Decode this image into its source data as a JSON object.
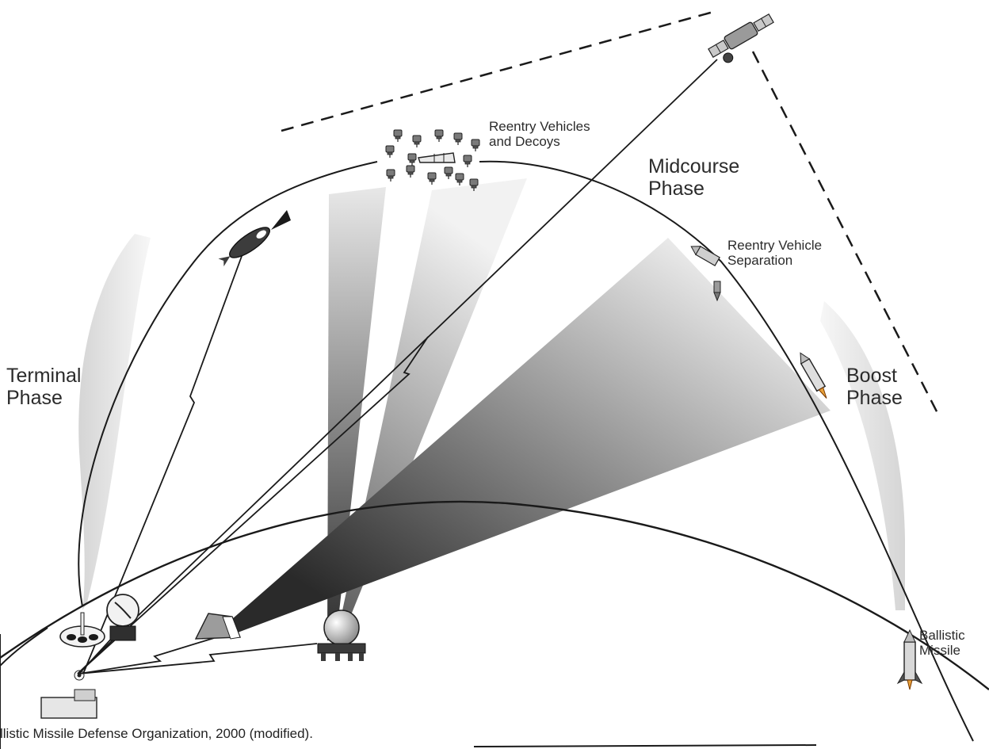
{
  "labels": {
    "reentry_vehicles_decoys": [
      "Reentry Vehicles",
      "and Decoys"
    ],
    "midcourse_phase": [
      "Midcourse",
      "Phase"
    ],
    "reentry_vehicle_separation": [
      "Reentry Vehicle",
      "Separation"
    ],
    "terminal_phase": [
      "Terminal",
      "Phase"
    ],
    "boost_phase": [
      "Boost",
      "Phase"
    ],
    "ballistic_missile": [
      "Ballistic",
      "Missile"
    ]
  },
  "caption": "llistic Missile Defense Organization, 2000 (modified).",
  "colors": {
    "line": "#1a1a1a",
    "beam_dark": "#333333",
    "beam_light": "#e6e6e6",
    "zone": "#dcdcdc"
  },
  "icons": {
    "satellite": "satellite-icon",
    "bus": "post-boost-vehicle-icon",
    "decoys": "reentry-vehicle-icon",
    "interceptor": "interceptor-icon",
    "radar": "dish-radar-icon",
    "tent_radar": "tent-radar-icon",
    "radome": "radome-radar-icon",
    "launcher": "launch-silo-icon",
    "command_center": "command-center-icon",
    "missile": "ballistic-missile-icon"
  }
}
